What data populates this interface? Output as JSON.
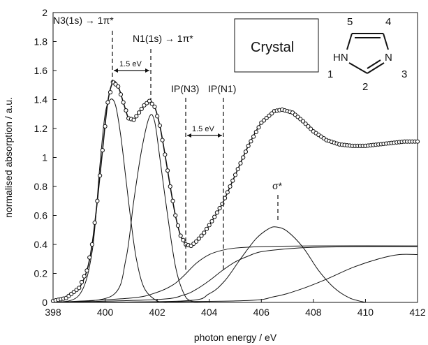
{
  "chart_data": {
    "type": "line",
    "xlabel": "photon energy / eV",
    "ylabel": "normalised absorption / a.u.",
    "xlim": [
      398,
      412
    ],
    "ylim": [
      0,
      2
    ],
    "xticks": [
      "398",
      "400",
      "402",
      "404",
      "406",
      "408",
      "410",
      "412"
    ],
    "yticks": [
      "0",
      "0.2",
      "0.4",
      "0.6",
      "0.8",
      "1",
      "1.2",
      "1.4",
      "1.6",
      "1.8",
      "2"
    ],
    "grid": false,
    "legend": "none",
    "series": [
      {
        "style": "open-circles-with-line",
        "points": [
          [
            398.0,
            0.01
          ],
          [
            398.5,
            0.03
          ],
          [
            399.0,
            0.1
          ],
          [
            399.3,
            0.22
          ],
          [
            399.5,
            0.4
          ],
          [
            399.7,
            0.7
          ],
          [
            399.9,
            1.05
          ],
          [
            400.1,
            1.38
          ],
          [
            400.3,
            1.52
          ],
          [
            400.5,
            1.49
          ],
          [
            400.7,
            1.38
          ],
          [
            400.9,
            1.27
          ],
          [
            401.1,
            1.26
          ],
          [
            401.3,
            1.31
          ],
          [
            401.5,
            1.36
          ],
          [
            401.7,
            1.39
          ],
          [
            401.9,
            1.35
          ],
          [
            402.1,
            1.22
          ],
          [
            402.3,
            1.02
          ],
          [
            402.5,
            0.8
          ],
          [
            402.7,
            0.6
          ],
          [
            402.9,
            0.46
          ],
          [
            403.1,
            0.4
          ],
          [
            403.3,
            0.39
          ],
          [
            403.5,
            0.42
          ],
          [
            403.8,
            0.48
          ],
          [
            404.1,
            0.56
          ],
          [
            404.5,
            0.68
          ],
          [
            405.0,
            0.88
          ],
          [
            405.5,
            1.08
          ],
          [
            406.0,
            1.24
          ],
          [
            406.5,
            1.32
          ],
          [
            406.8,
            1.33
          ],
          [
            407.2,
            1.31
          ],
          [
            407.6,
            1.25
          ],
          [
            408.0,
            1.18
          ],
          [
            408.5,
            1.12
          ],
          [
            409.0,
            1.09
          ],
          [
            409.5,
            1.08
          ],
          [
            410.0,
            1.08
          ],
          [
            410.5,
            1.09
          ],
          [
            411.0,
            1.1
          ],
          [
            411.5,
            1.11
          ],
          [
            412.0,
            1.11
          ]
        ]
      },
      {
        "style": "line",
        "points": [
          [
            398.0,
            0.0
          ],
          [
            399.0,
            0.05
          ],
          [
            399.5,
            0.35
          ],
          [
            399.8,
            0.95
          ],
          [
            400.0,
            1.3
          ],
          [
            400.2,
            1.4
          ],
          [
            400.4,
            1.36
          ],
          [
            400.6,
            1.15
          ],
          [
            400.8,
            0.85
          ],
          [
            401.0,
            0.55
          ],
          [
            401.2,
            0.3
          ],
          [
            401.5,
            0.1
          ],
          [
            402.0,
            0.01
          ],
          [
            402.5,
            0.0
          ]
        ]
      },
      {
        "style": "line",
        "points": [
          [
            398.5,
            0.0
          ],
          [
            400.3,
            0.05
          ],
          [
            400.8,
            0.3
          ],
          [
            401.1,
            0.7
          ],
          [
            401.4,
            1.05
          ],
          [
            401.7,
            1.28
          ],
          [
            401.9,
            1.25
          ],
          [
            402.1,
            1.0
          ],
          [
            402.4,
            0.6
          ],
          [
            402.7,
            0.25
          ],
          [
            403.0,
            0.07
          ],
          [
            403.3,
            0.01
          ],
          [
            404.0,
            0.0
          ]
        ]
      },
      {
        "style": "line",
        "points": [
          [
            398.0,
            0.0
          ],
          [
            401.0,
            0.03
          ],
          [
            402.0,
            0.07
          ],
          [
            402.6,
            0.12
          ],
          [
            403.0,
            0.18
          ],
          [
            403.5,
            0.27
          ],
          [
            404.0,
            0.33
          ],
          [
            404.5,
            0.36
          ],
          [
            405.0,
            0.375
          ],
          [
            406.0,
            0.385
          ],
          [
            408.0,
            0.39
          ],
          [
            412.0,
            0.39
          ]
        ]
      },
      {
        "style": "line",
        "points": [
          [
            398.0,
            0.0
          ],
          [
            402.0,
            0.02
          ],
          [
            403.0,
            0.05
          ],
          [
            403.5,
            0.09
          ],
          [
            404.0,
            0.15
          ],
          [
            404.5,
            0.22
          ],
          [
            405.0,
            0.28
          ],
          [
            405.5,
            0.32
          ],
          [
            406.0,
            0.35
          ],
          [
            407.0,
            0.37
          ],
          [
            408.0,
            0.38
          ],
          [
            410.0,
            0.385
          ],
          [
            412.0,
            0.385
          ]
        ]
      },
      {
        "style": "line",
        "points": [
          [
            398.0,
            0.0
          ],
          [
            403.0,
            0.01
          ],
          [
            404.0,
            0.06
          ],
          [
            404.6,
            0.15
          ],
          [
            405.2,
            0.3
          ],
          [
            405.8,
            0.44
          ],
          [
            406.3,
            0.51
          ],
          [
            406.6,
            0.52
          ],
          [
            407.0,
            0.49
          ],
          [
            407.6,
            0.38
          ],
          [
            408.2,
            0.22
          ],
          [
            408.8,
            0.1
          ],
          [
            409.4,
            0.03
          ],
          [
            410.0,
            0.0
          ]
        ]
      },
      {
        "style": "line",
        "points": [
          [
            398.0,
            0.0
          ],
          [
            405.0,
            0.01
          ],
          [
            406.5,
            0.04
          ],
          [
            407.5,
            0.09
          ],
          [
            408.5,
            0.16
          ],
          [
            409.5,
            0.24
          ],
          [
            410.5,
            0.3
          ],
          [
            411.3,
            0.33
          ],
          [
            412.0,
            0.33
          ]
        ]
      }
    ],
    "annotations": {
      "n3_label": "N3(1s) → 1π*",
      "n1_label": "N1(1s) → 1π*",
      "gap1": "1.5 eV",
      "ip_n3": "IP(N3)",
      "ip_n1": "IP(N1)",
      "gap2": "1.5 eV",
      "sigma": "σ*",
      "box_label": "Crystal"
    },
    "molecule": {
      "hn": "HN",
      "n": "N",
      "numbers": [
        "5",
        "4",
        "1",
        "2",
        "3"
      ]
    }
  }
}
